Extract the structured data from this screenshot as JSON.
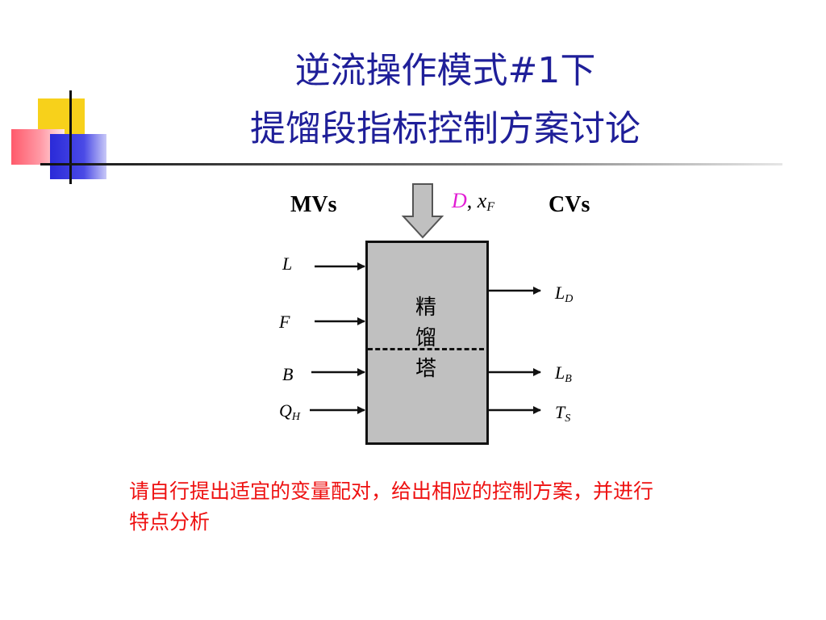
{
  "title": {
    "line1": "逆流操作模式#1下",
    "line2": "提馏段指标控制方案讨论"
  },
  "diagram": {
    "mvs_label": "MVs",
    "cvs_label": "CVs",
    "disturbance": {
      "d": "D",
      "separator": ", ",
      "x": "x",
      "x_sub": "F"
    },
    "column_label": "精馏塔",
    "inputs": [
      {
        "var": "L",
        "sub": ""
      },
      {
        "var": "F",
        "sub": ""
      },
      {
        "var": "B",
        "sub": ""
      },
      {
        "var": "Q",
        "sub": "H"
      }
    ],
    "outputs": [
      {
        "var": "L",
        "sub": "D"
      },
      {
        "var": "L",
        "sub": "B"
      },
      {
        "var": "T",
        "sub": "S"
      }
    ]
  },
  "prompt": "请自行提出适宜的变量配对，给出相应的控制方案，并进行特点分析",
  "colors": {
    "title": "#1f1f99",
    "prompt": "#ee1111",
    "disturbance_d": "#e21cd4",
    "column_fill": "#c0c0c0"
  }
}
